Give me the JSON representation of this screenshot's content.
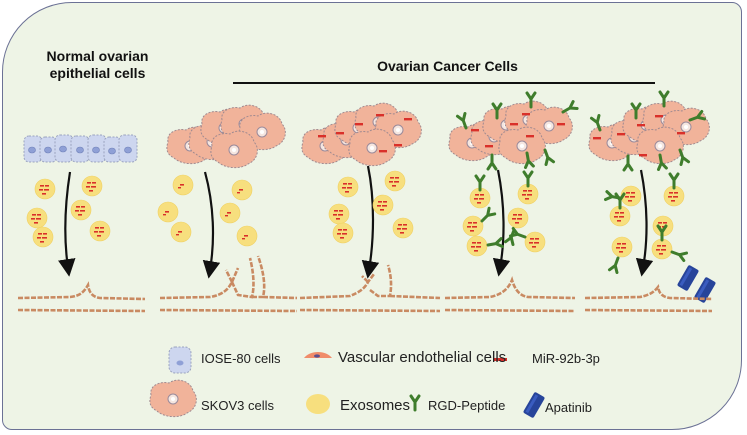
{
  "titles": {
    "normal": "Normal ovarian epithelial cells",
    "normal_line1": "Normal ovarian",
    "normal_line2": "epithelial cells",
    "cancer": "Ovarian Cancer Cells"
  },
  "panels": [
    {
      "id": "iose80",
      "cells": "IOSE-80 cells",
      "mir92b": false,
      "rgd": false,
      "apatinib": false,
      "angiogenesis": "baseline"
    },
    {
      "id": "skov3",
      "cells": "SKOV3 cells",
      "mir92b": false,
      "rgd": false,
      "apatinib": false,
      "angiogenesis": "increased"
    },
    {
      "id": "skov3-mir92b",
      "cells": "SKOV3 cells",
      "mir92b": true,
      "rgd": false,
      "apatinib": false,
      "angiogenesis": "increased"
    },
    {
      "id": "skov3-mir92b-rgd",
      "cells": "SKOV3 cells",
      "mir92b": true,
      "rgd": true,
      "apatinib": false,
      "angiogenesis": "reduced"
    },
    {
      "id": "skov3-mir92b-rgd-apatinib",
      "cells": "SKOV3 cells",
      "mir92b": true,
      "rgd": true,
      "apatinib": true,
      "angiogenesis": "baseline"
    }
  ],
  "legend": {
    "iose80": "IOSE-80 cells",
    "vascular": "Vascular endothelial cells",
    "mir92b": "MiR-92b-3p",
    "skov3": "SKOV3 cells",
    "exosomes": "Exosomes",
    "rgd": "RGD-Peptide",
    "apatinib": "Apatinib"
  },
  "colors": {
    "background": "#eef4e6",
    "frame_border": "#6b7195",
    "normal_cell": "#cdd6ef",
    "cancer_cell": "#f1b39a",
    "exosome": "#f7df7e",
    "mir92b": "#d9302a",
    "rgd": "#3f7d2c",
    "apatinib": "#27449a",
    "vessel": "#c98a62"
  }
}
